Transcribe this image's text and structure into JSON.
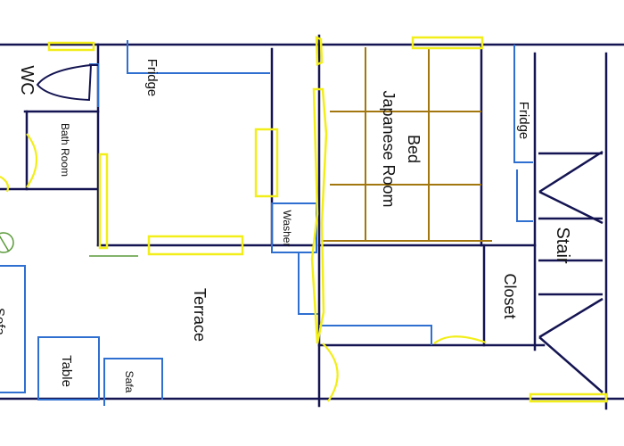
{
  "labels": {
    "wc": "WC",
    "bath_room": "Bath Room",
    "fridge_left": "Fridge",
    "fridge_right": "Fridge",
    "bed": "Bed",
    "japanese_room": "Japanese Room",
    "washer": "Washer",
    "stair": "Stair",
    "closet": "Closet",
    "terrace": "Terrace",
    "table": "Table",
    "safa": "Safa",
    "sofa_partial": "Sofa"
  },
  "colors": {
    "wall": "#141452",
    "furniture": "#2f6fd0",
    "window": "#f2ee1a",
    "mat": "#a3770f",
    "plant": "#5a9a3a"
  }
}
